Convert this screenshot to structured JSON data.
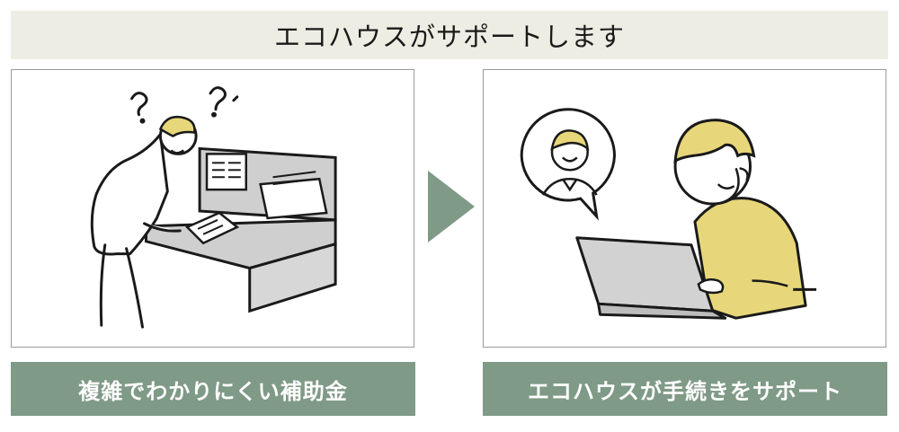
{
  "header": {
    "title": "エコハウスがサポートします"
  },
  "panels": [
    {
      "caption": "複雑でわかりにくい補助金",
      "illustration": "confused-person-at-desk"
    },
    {
      "caption": "エコハウスが手続きをサポート",
      "illustration": "support-operator-with-laptop"
    }
  ],
  "colors": {
    "title_background": "#eeede4",
    "caption_background": "#7f9a86",
    "arrow": "#7f9a86",
    "accent_yellow": "#e7d77a",
    "desk_gray": "#cfcfcf",
    "outline": "#1a1a1a"
  }
}
